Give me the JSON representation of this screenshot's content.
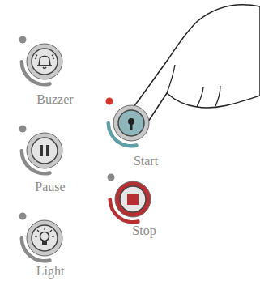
{
  "diagram": {
    "nodes": [
      {
        "text": [
          "Buzzer"
        ]
      },
      {
        "text": [
          "Start"
        ]
      },
      {
        "text": [
          "Pause"
        ]
      },
      {
        "text": [
          "Stop"
        ]
      },
      {
        "text": [
          "Light"
        ]
      }
    ]
  }
}
